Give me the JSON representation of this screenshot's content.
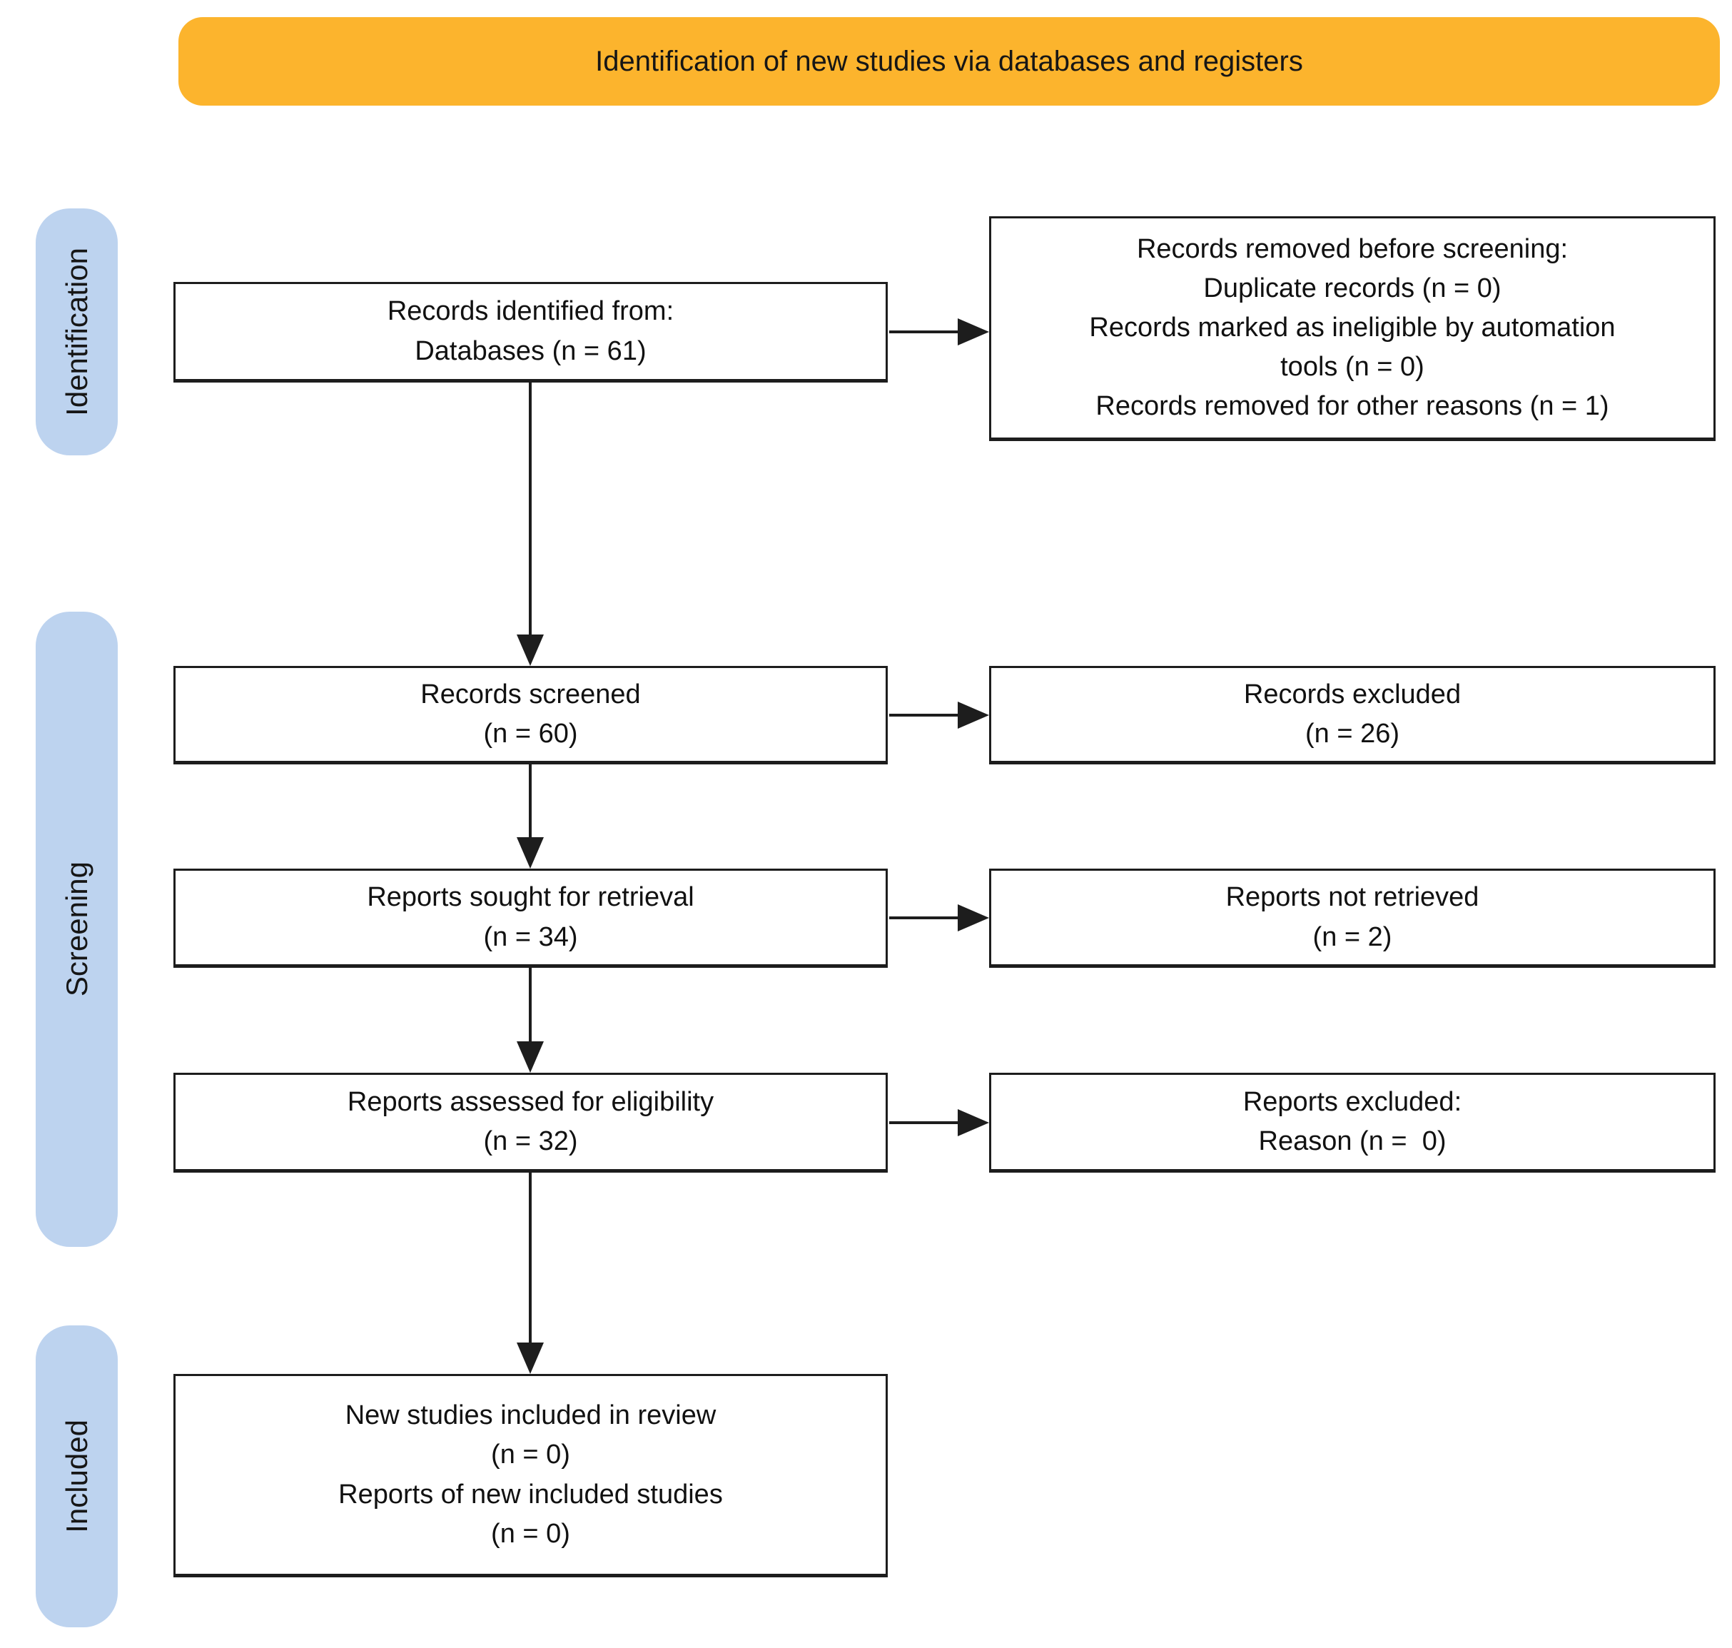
{
  "colors": {
    "banner_bg": "#FCB42D",
    "stage_bg": "#BDD3EF",
    "line": "#1d1d1d",
    "text": "#111111",
    "box_bg": "#ffffff"
  },
  "banner": {
    "title": "Identification of new studies via databases and registers"
  },
  "stages": [
    {
      "label": "Identification"
    },
    {
      "label": "Screening"
    },
    {
      "label": "Included"
    }
  ],
  "boxes": {
    "records_identified": {
      "text": "Records identified from:\nDatabases (n = 61)"
    },
    "records_removed": {
      "text": "Records removed before screening:\nDuplicate records (n = 0)\nRecords marked as ineligible by automation\ntools (n = 0)\nRecords removed for other reasons (n = 1)"
    },
    "records_screened": {
      "text": "Records screened\n(n = 60)"
    },
    "records_excluded": {
      "text": "Records excluded\n(n = 26)"
    },
    "reports_sought": {
      "text": "Reports sought for retrieval\n(n = 34)"
    },
    "reports_not_retrieved": {
      "text": "Reports not retrieved\n(n = 2)"
    },
    "reports_assessed": {
      "text": "Reports assessed for eligibility\n(n = 32)"
    },
    "reports_excluded": {
      "text": "Reports excluded:\nReason (n =  0)"
    },
    "new_studies_included": {
      "text": "New studies included in review\n(n = 0)\nReports of new included studies\n(n = 0)"
    }
  }
}
